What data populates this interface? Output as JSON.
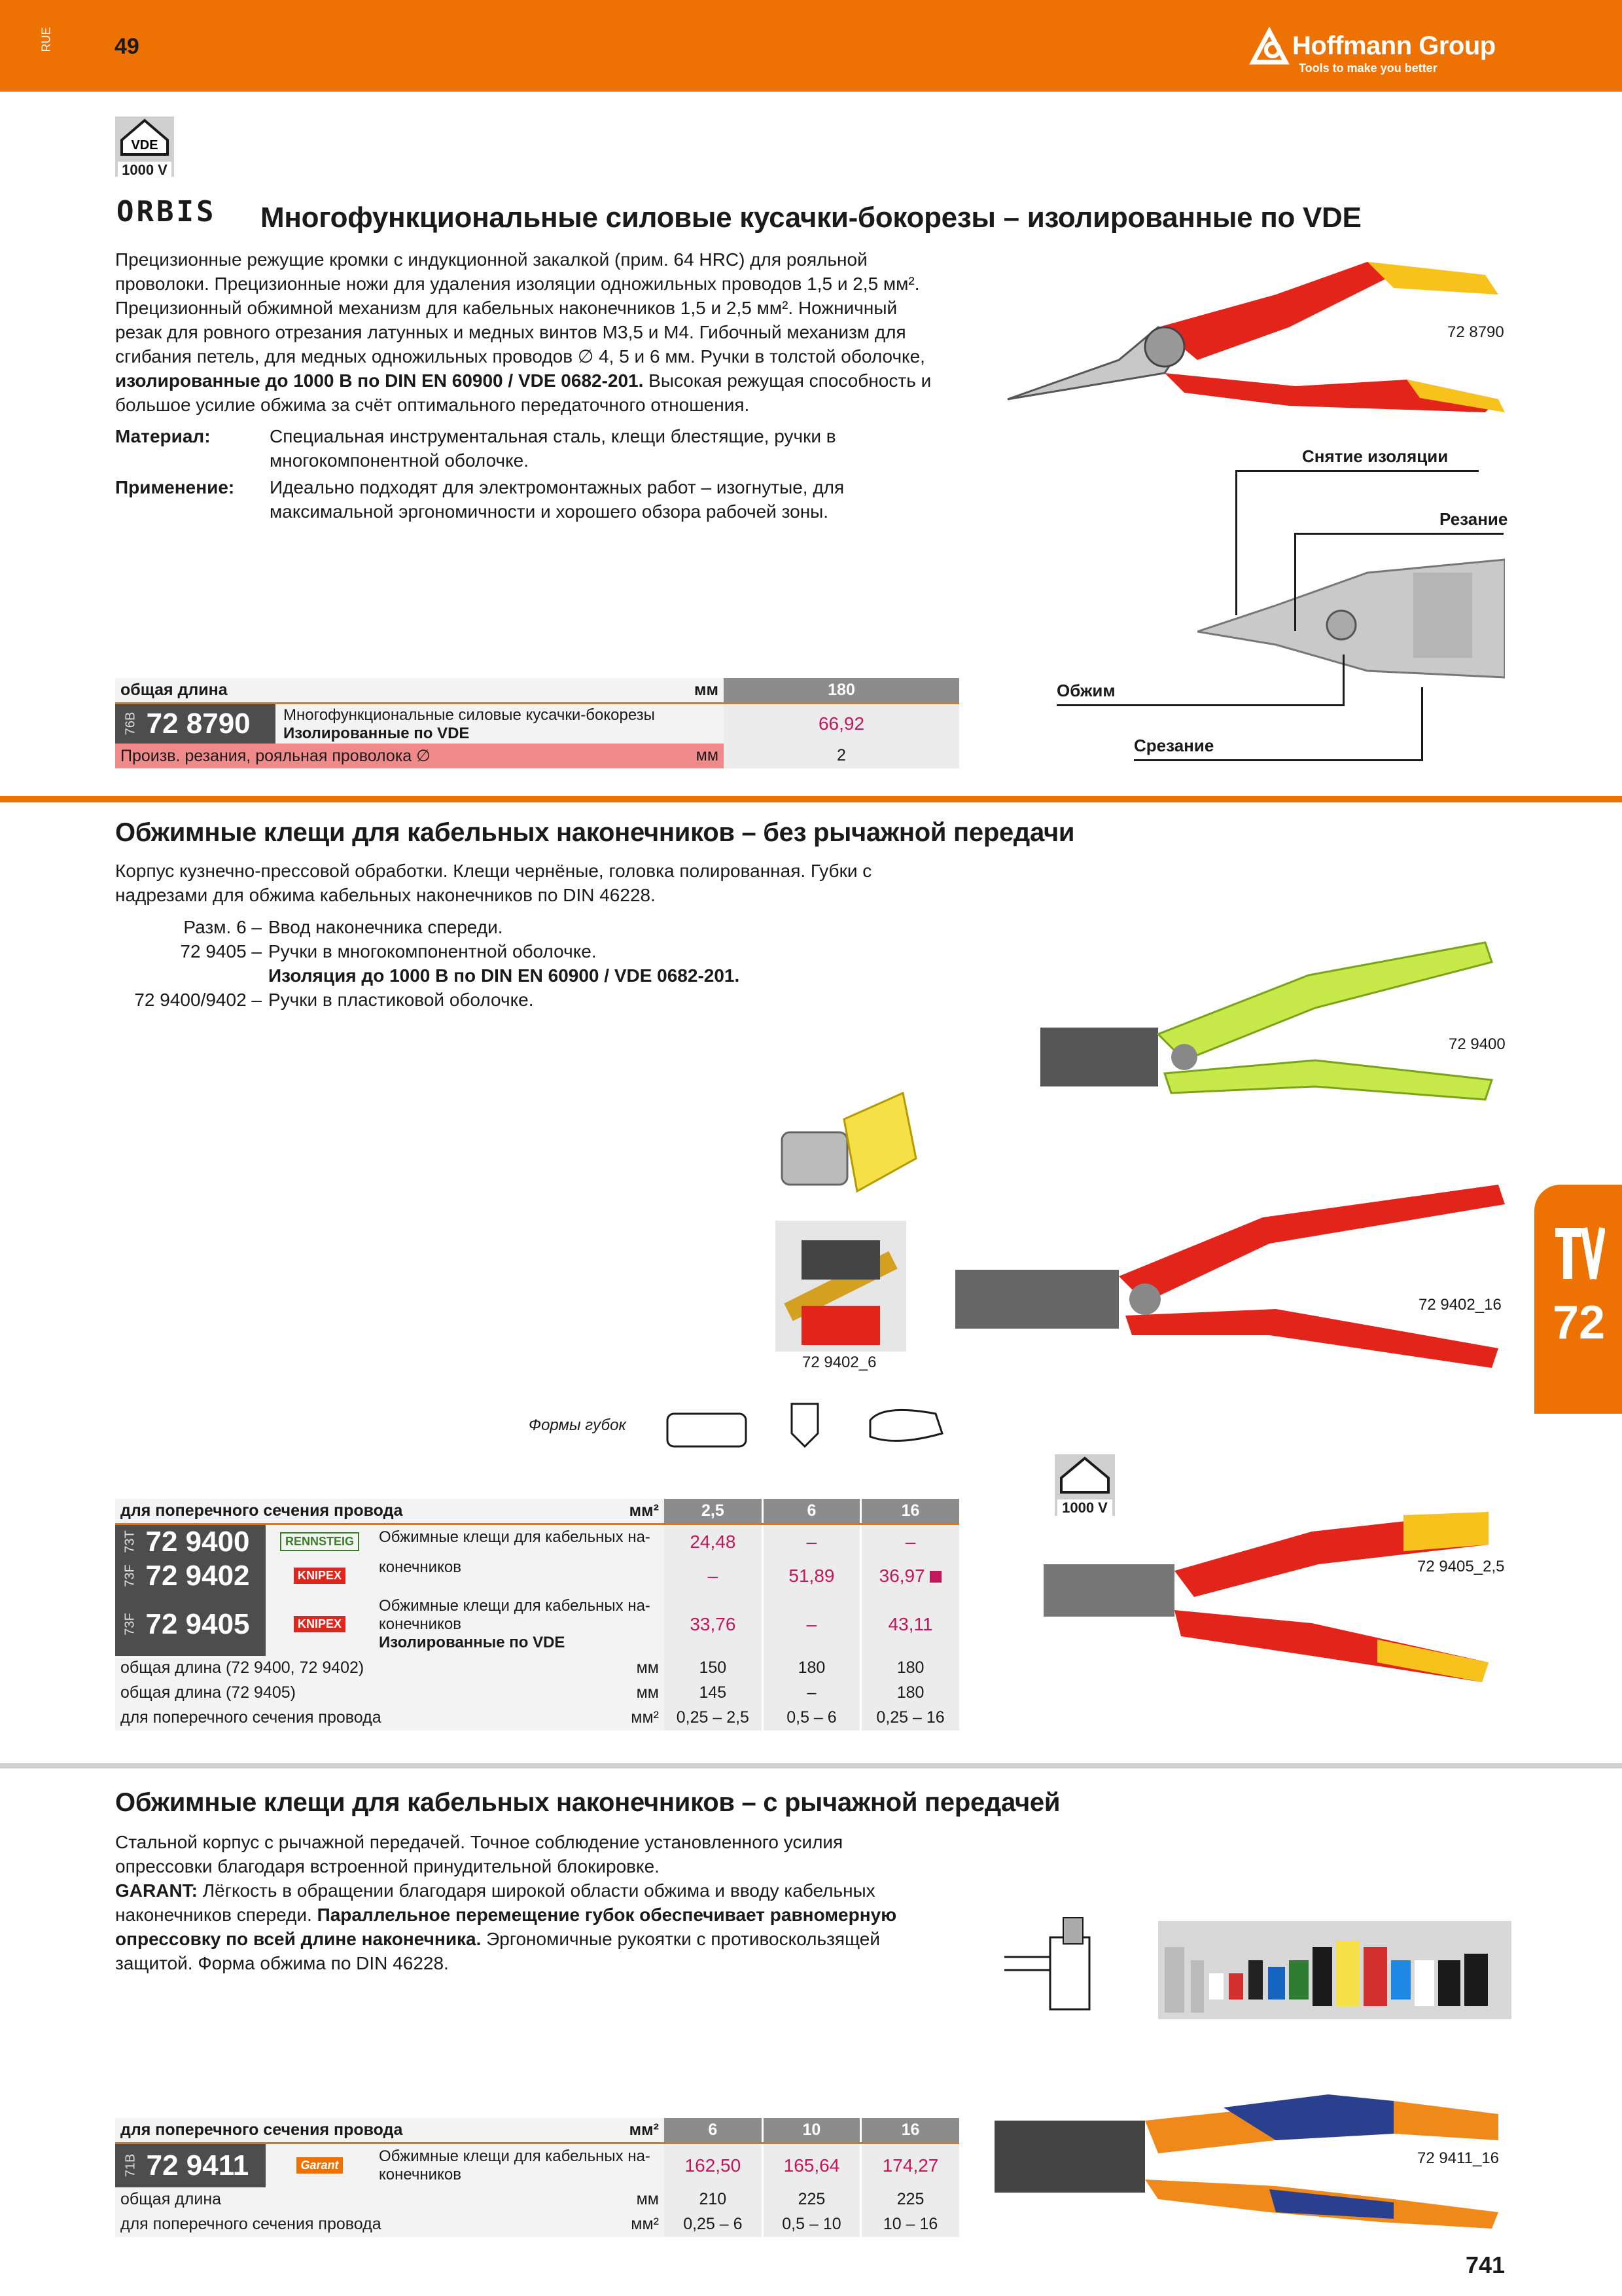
{
  "header": {
    "side_code": "RUE",
    "page_left": "49",
    "brand": "Hoffmann Group",
    "tagline": "Tools to make you better",
    "page_right": "741"
  },
  "colors": {
    "accent": "#ee7203",
    "price": "#c2185b",
    "brand_text": "#ffffff"
  },
  "tab": {
    "number": "72",
    "icon": "pliers-icon"
  },
  "section1": {
    "vde_badge": "1000 V",
    "vde_mark": "VDE",
    "logo": "ORBIS",
    "title": "Многофункциональные силовые кусачки-бокорезы – изолированные по VDE",
    "desc": [
      "Прецизионные режущие кромки с индукционной закалкой (прим. 64 HRC) для рояльной",
      "проволоки. Прецизионные ножи для удаления изоляции одножильных проводов 1,5 и 2,5 мм².",
      "Прецизионный обжимной механизм для кабельных наконечников 1,5 и 2,5 мм². Ножничный",
      "резак для ровного отрезания латунных и медных винтов М3,5 и М4. Гибочный механизм для",
      "сгибания петель, для медных одножильных проводов ∅ 4, 5 и 6 мм. Ручки в толстой оболочке,"
    ],
    "desc_bold": "изолированные до 1000 В по DIN EN 60900 / VDE 0682-201.",
    "desc_tail": " Высокая режущая способность и",
    "desc_last": "большое усилие обжима за счёт оптимального передаточного отношения.",
    "material_label": "Материал:",
    "material_lines": [
      "Специальная инструментальная сталь, клещи блестящие, ручки в",
      "многокомпонентной оболочке."
    ],
    "usage_label": "Применение:",
    "usage_lines": [
      "Идеально подходят для электромонтажных работ – изогнутые, для",
      "максимальной эргономичности и хорошего обзора рабочей зоны."
    ],
    "photo_ref": "72 8790",
    "callouts": {
      "strip": "Снятие изоляции",
      "cut": "Резание",
      "crimp": "Обжим",
      "shear": "Срезание"
    },
    "table": {
      "length_label": "общая длина",
      "length_unit": "мм",
      "length_value": "180",
      "prefix": "76B",
      "code": "72 8790",
      "name": "Многофункциональные силовые кусачки-бокорезы",
      "name_bold": "Изолированные по VDE",
      "price": "66,92",
      "cut_label": "Произв. резания, рояльная проволока ∅",
      "cut_unit": "мм",
      "cut_value": "2"
    }
  },
  "section2": {
    "title": "Обжимные клещи для кабельных наконечников – без рычажной передачи",
    "desc": [
      "Корпус кузнечно-прессовой обработки. Клещи чернёные, головка полированная. Губки с",
      "надрезами для обжима кабельных наконечников по DIN 46228."
    ],
    "notes": [
      {
        "key": "Разм. 6 –",
        "text": "Ввод наконечника спереди.",
        "bold": ""
      },
      {
        "key": "72 9405 –",
        "text": "Ручки в многокомпонентной оболочке.",
        "bold": "Изоляция до 1000 В по DIN EN 60900 / VDE 0682-201."
      },
      {
        "key": "72 9400/9402 –",
        "text": "Ручки в пластиковой оболочке.",
        "bold": ""
      }
    ],
    "photo_refs": {
      "a": "72 9400",
      "b": "72 9402_16",
      "c": "72 9402_6",
      "d": "72 9405_2,5"
    },
    "jaw_label": "Формы губок",
    "vde_badge": "1000 V",
    "table": {
      "head_label": "для поперечного сечения провода",
      "head_unit": "мм²",
      "sizes": [
        "2,5",
        "6",
        "16"
      ],
      "rows": [
        {
          "prefix": "73T",
          "code": "72 9400",
          "brand": "RENNSTEIG",
          "name": [
            "Обжимные клещи для кабельных на-",
            "конечников"
          ],
          "name_bold": "",
          "prices": [
            "24,48",
            "–",
            "–"
          ]
        },
        {
          "prefix": "73F",
          "code": "72 9402",
          "brand": "KNIPEX",
          "name": [],
          "name_bold": "",
          "prices": [
            "–",
            "51,89",
            "36,97"
          ]
        },
        {
          "prefix": "73F",
          "code": "72 9405",
          "brand": "KNIPEX",
          "name": [
            "Обжимные клещи для кабельных на-",
            "конечников"
          ],
          "name_bold": "Изолированные по VDE",
          "prices": [
            "33,76",
            "–",
            "43,11"
          ]
        }
      ],
      "footer": [
        {
          "label": "общая длина (72 9400, 72 9402)",
          "unit": "мм",
          "values": [
            "150",
            "180",
            "180"
          ]
        },
        {
          "label": "общая длина (72 9405)",
          "unit": "мм",
          "values": [
            "145",
            "–",
            "180"
          ]
        },
        {
          "label": "для поперечного сечения провода",
          "unit": "мм²",
          "values": [
            "0,25 – 2,5",
            "0,5 – 6",
            "0,25 – 16"
          ]
        }
      ]
    }
  },
  "section3": {
    "title": "Обжимные клещи для кабельных наконечников – с рычажной передачей",
    "desc": [
      "Стальной корпус с рычажной передачей. Точное соблюдение установленного усилия",
      "опрессовки благодаря встроенной принудительной блокировке."
    ],
    "garant_label": "GARANT:",
    "garant_text": " Лёгкость в обращении благодаря широкой области обжима и вводу кабельных",
    "garant_line2": "наконечников спереди. ",
    "garant_bold": "Параллельное перемещение губок обеспечивает равномерную",
    "garant_bold2": "опрессовку по всей длине наконечника.",
    "garant_tail": " Эргономичные рукоятки с противоскользящей",
    "garant_last": "защитой. Форма обжима по DIN 46228.",
    "photo_ref": "72 9411_16",
    "table": {
      "head_label": "для поперечного сечения провода",
      "head_unit": "мм²",
      "sizes": [
        "6",
        "10",
        "16"
      ],
      "prefix": "71B",
      "code": "72 9411",
      "brand": "Garant",
      "name": [
        "Обжимные клещи для кабельных на-",
        "конечников"
      ],
      "prices": [
        "162,50",
        "165,64",
        "174,27"
      ],
      "footer": [
        {
          "label": "общая длина",
          "unit": "мм",
          "values": [
            "210",
            "225",
            "225"
          ]
        },
        {
          "label": "для поперечного сечения провода",
          "unit": "мм²",
          "values": [
            "0,25 – 6",
            "0,5 – 10",
            "10 – 16"
          ]
        }
      ]
    }
  }
}
